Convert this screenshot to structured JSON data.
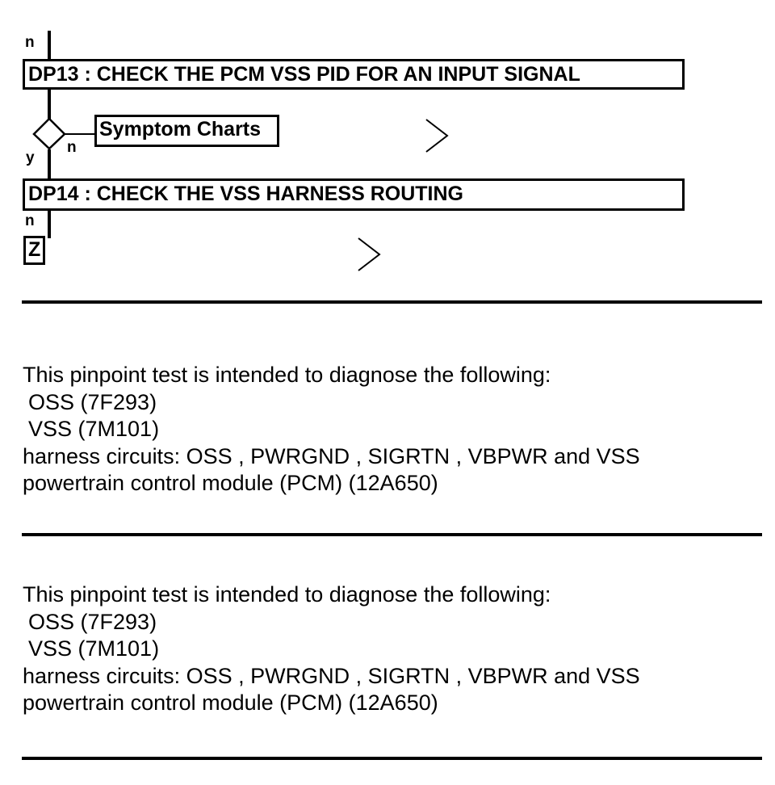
{
  "flowchart": {
    "top_branch_label": "n",
    "step1": {
      "label": "DP13 : CHECK THE PCM VSS PID FOR AN INPUT SIGNAL",
      "decision_yes_label": "y",
      "decision_no_label": "n",
      "no_target": "Symptom Charts"
    },
    "step2": {
      "label": "DP14 : CHECK THE VSS HARNESS ROUTING",
      "branch_label": "n",
      "terminal": "Z"
    }
  },
  "descriptions": [
    {
      "intro": "This pinpoint test is intended to diagnose the following:",
      "items": [
        "OSS (7F293)",
        "VSS (7M101)"
      ],
      "harness": "harness circuits: OSS , PWRGND , SIGRTN , VBPWR and VSS",
      "module": "powertrain control module (PCM) (12A650)"
    },
    {
      "intro": "This pinpoint test is intended to diagnose the following:",
      "items": [
        "OSS (7F293)",
        "VSS (7M101)"
      ],
      "harness": "harness circuits: OSS , PWRGND , SIGRTN , VBPWR and VSS",
      "module": "powertrain control module (PCM) (12A650)"
    }
  ]
}
